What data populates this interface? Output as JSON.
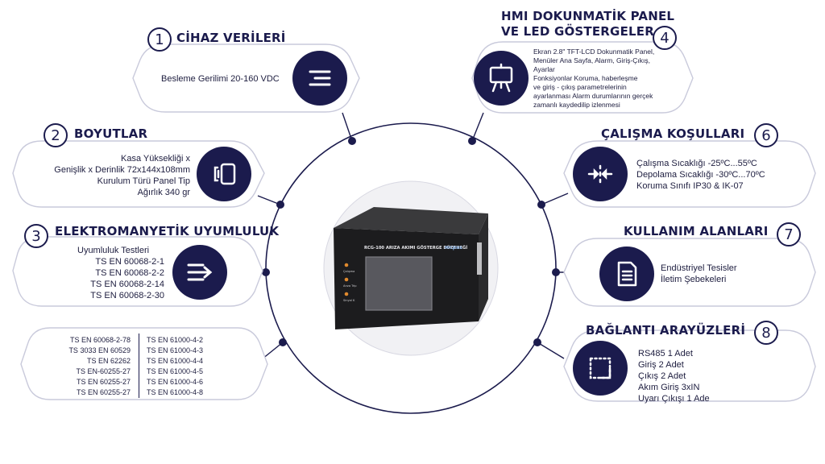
{
  "colors": {
    "navy": "#1b1b4d",
    "border": "#c9cadb",
    "dot": "#1b1b4d",
    "accent": "#e08a2e",
    "screen": "#58585e"
  },
  "sections": [
    {
      "num": "1",
      "title": "CİHAZ VERİLERİ",
      "icon": "menu-lines-icon",
      "lines": [
        "Besleme Gerilimi 20-160 VDC"
      ]
    },
    {
      "num": "2",
      "title": "BOYUTLAR",
      "icon": "resize-frame-icon",
      "lines": [
        "Kasa Yüksekliği x",
        "Genişlik x Derinlik 72x144x108mm",
        "Kurulum Türü Panel Tip",
        "Ağırlık 340 gr"
      ]
    },
    {
      "num": "3",
      "title": "ELEKTROMANYETİK UYUMLULUK",
      "icon": "arrow-list-icon",
      "lines": [
        "Uyumluluk Testleri",
        "TS EN 60068-2-1",
        "TS EN 60068-2-2",
        "TS EN 60068-2-14",
        "TS EN 60068-2-30"
      ]
    },
    {
      "num": "",
      "title": "",
      "icon": "",
      "col1": [
        "TS EN 60068-2-78",
        "TS 3033 EN 60529",
        "TS EN 62262",
        "TS EN-60255-27",
        "TS EN 60255-27",
        "TS EN 60255-27"
      ],
      "col2": [
        "TS EN 61000-4-2",
        "TS EN 61000-4-3",
        "TS EN 61000-4-4",
        "TS EN 61000-4-5",
        "TS EN 61000-4-6",
        "TS EN 61000-4-8"
      ]
    },
    {
      "num": "4",
      "title_lines": [
        "HMI DOKUNMATİK PANEL",
        "VE LED GÖSTERGELER"
      ],
      "icon": "presentation-board-icon",
      "lines": [
        "Ekran 2.8\" TFT-LCD Dokunmatik Panel,",
        "Menüler Ana Sayfa, Alarm, Giriş-Çıkış,",
        "Ayarlar",
        "Fonksiyonlar Koruma, haberleşme",
        "ve giriş - çıkış parametrelerinin",
        "ayarlanması Alarm durumlarının gerçek",
        "zamanlı kaydedilip izlenmesi"
      ]
    },
    {
      "num": "6",
      "title": "ÇALIŞMA KOŞULLARI",
      "icon": "compress-arrows-icon",
      "lines": [
        "Çalışma Sıcaklığı -25ºC...55ºC",
        "Depolama Sıcaklığı -30ºC...70ºC",
        "Koruma Sınıfı IP30 & IK-07"
      ]
    },
    {
      "num": "7",
      "title": "KULLANIM ALANLARI",
      "icon": "document-icon",
      "lines": [
        "Endüstriyel Tesisler",
        "İletim Şebekeleri"
      ]
    },
    {
      "num": "8",
      "title": "BAĞLANTI ARAYÜZLERİ",
      "icon": "dotted-frame-icon",
      "lines": [
        "RS485 1 Adet",
        "Giriş 2 Adet",
        "Çıkış 2 Adet",
        "Akım Giriş 3xIN",
        "Uyarı Çıkışı 1 Ade"
      ]
    }
  ],
  "device": {
    "label": "RCG-100 ARIZA AKIMI GÖSTERGE DÜZENEĞİ",
    "led_labels": [
      "Çalışma",
      "Arıza Trip",
      "Sinyal K"
    ],
    "logo": "mcpes"
  }
}
